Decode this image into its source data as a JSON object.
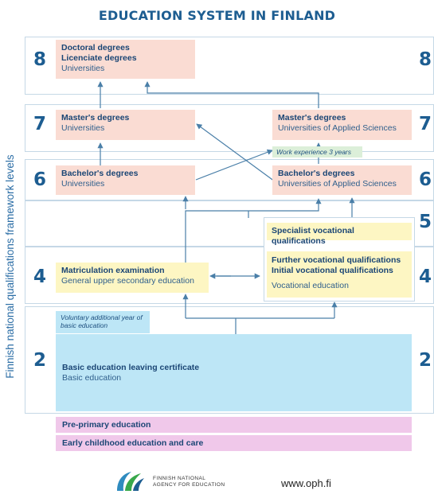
{
  "title": "EDUCATION SYSTEM IN FINLAND",
  "side_label": "Finnish national qualifications framework levels",
  "levels": {
    "l8": "8",
    "l7": "7",
    "l6": "6",
    "l5": "5",
    "l4": "4",
    "l2": "2"
  },
  "boxes": {
    "doctoral": {
      "title": "Doctoral degrees",
      "title2": "Licenciate degrees",
      "sub": "Universities"
    },
    "masters_uni": {
      "title": "Master's degrees",
      "sub": "Universities"
    },
    "masters_uas": {
      "title": "Master's degrees",
      "sub": "Universities of Applied Sciences"
    },
    "work_exp": {
      "text": "Work experience 3 years"
    },
    "bachelors_uni": {
      "title": "Bachelor's degrees",
      "sub": "Universities"
    },
    "bachelors_uas": {
      "title": "Bachelor's degrees",
      "sub": "Universities of Applied Sciences"
    },
    "specialist": {
      "title": "Specialist vocational qualifications"
    },
    "vocational": {
      "title": "Further vocational qualifications",
      "title2": "Initial vocational qualifications",
      "sub": "Vocational education"
    },
    "matriculation": {
      "title": "Matriculation examination",
      "sub": "General upper secondary education"
    },
    "voluntary": {
      "text": "Voluntary additional year of basic education"
    },
    "basic": {
      "title": "Basic education leaving certificate",
      "sub": "Basic education"
    },
    "preprimary": {
      "title": "Pre-primary education"
    },
    "ecec": {
      "title": "Early childhood education and care"
    }
  },
  "footer": {
    "agency_line1": "FINNISH NATIONAL",
    "agency_line2": "AGENCY FOR EDUCATION",
    "url": "www.oph.fi"
  },
  "colors": {
    "university": "#fadcd3",
    "secondary": "#fdf6c3",
    "basic": "#bde6f6",
    "early": "#f0c8ea",
    "work": "#dcefd9",
    "text": "#1d5d91"
  }
}
